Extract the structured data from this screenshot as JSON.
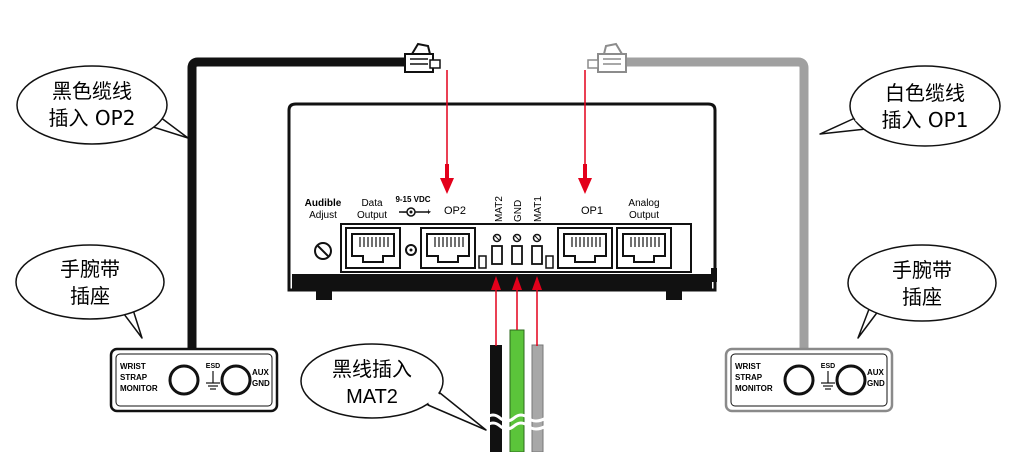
{
  "device": {
    "audible_label_1": "Audible",
    "audible_label_2": "Adjust",
    "data_output_1": "Data",
    "data_output_2": "Output",
    "power_label": "9-15 VDC",
    "op2_label": "OP2",
    "mat2_label": "MAT2",
    "gnd_label": "GND",
    "mat1_label": "MAT1",
    "op1_label": "OP1",
    "analog_output_1": "Analog",
    "analog_output_2": "Output"
  },
  "callouts": {
    "black_cable": {
      "line1": "黑色缆线",
      "line2": "插入 OP2"
    },
    "white_cable": {
      "line1": "白色缆线",
      "line2": "插入 OP1"
    },
    "left_socket": {
      "line1": "手腕带",
      "line2": "插座"
    },
    "right_socket": {
      "line1": "手腕带",
      "line2": "插座"
    },
    "black_wire": {
      "line1": "黑线插入",
      "line2": "MAT2"
    }
  },
  "monitor_box": {
    "line1": "WRIST",
    "line2": "STRAP",
    "line3": "MONITOR",
    "esd": "ESD",
    "aux": "AUX",
    "gnd": "GND"
  },
  "colors": {
    "black_cable": "#111111",
    "white_cable": "#9c9c9c",
    "green_wire": "#5bc43a",
    "arrow_red": "#e3001b"
  }
}
